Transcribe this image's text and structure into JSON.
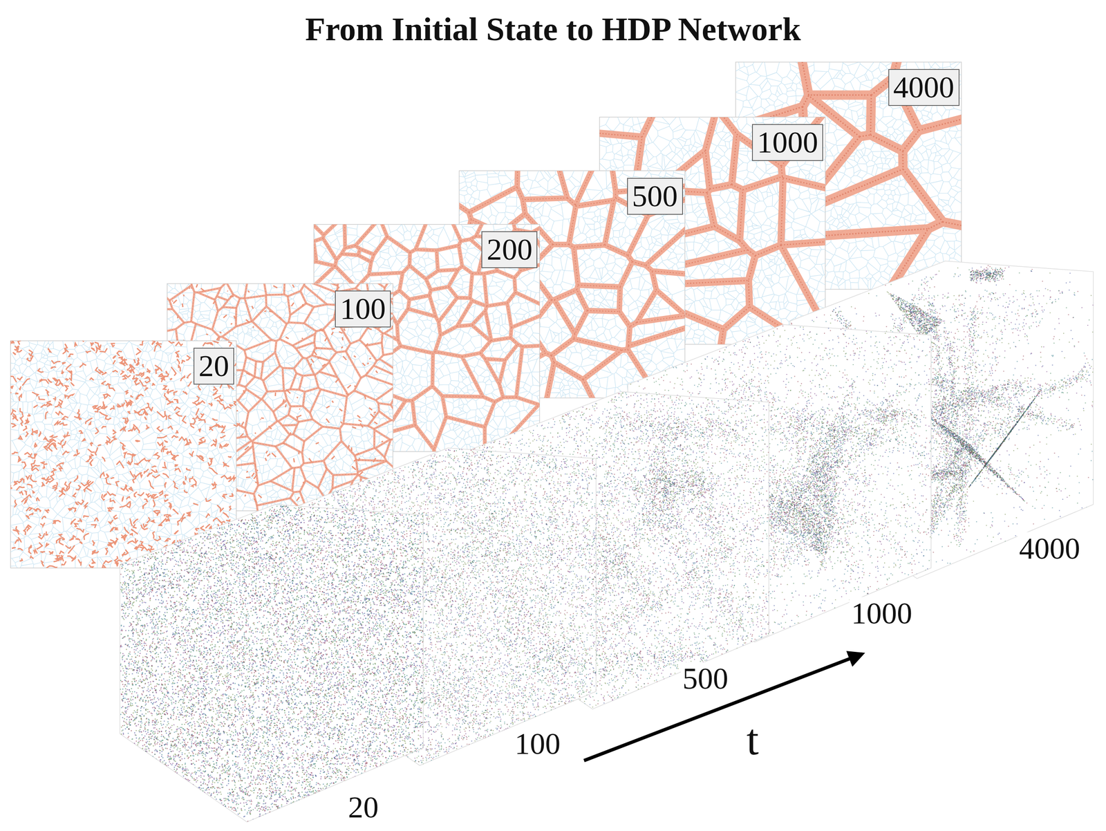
{
  "diagram": {
    "title": "From Initial State to HDP Network",
    "labels": [
      "20",
      "100",
      "200",
      "500",
      "1000",
      "4000",
      "20",
      "100",
      "500",
      "1000",
      "4000",
      "t"
    ]
  }
}
